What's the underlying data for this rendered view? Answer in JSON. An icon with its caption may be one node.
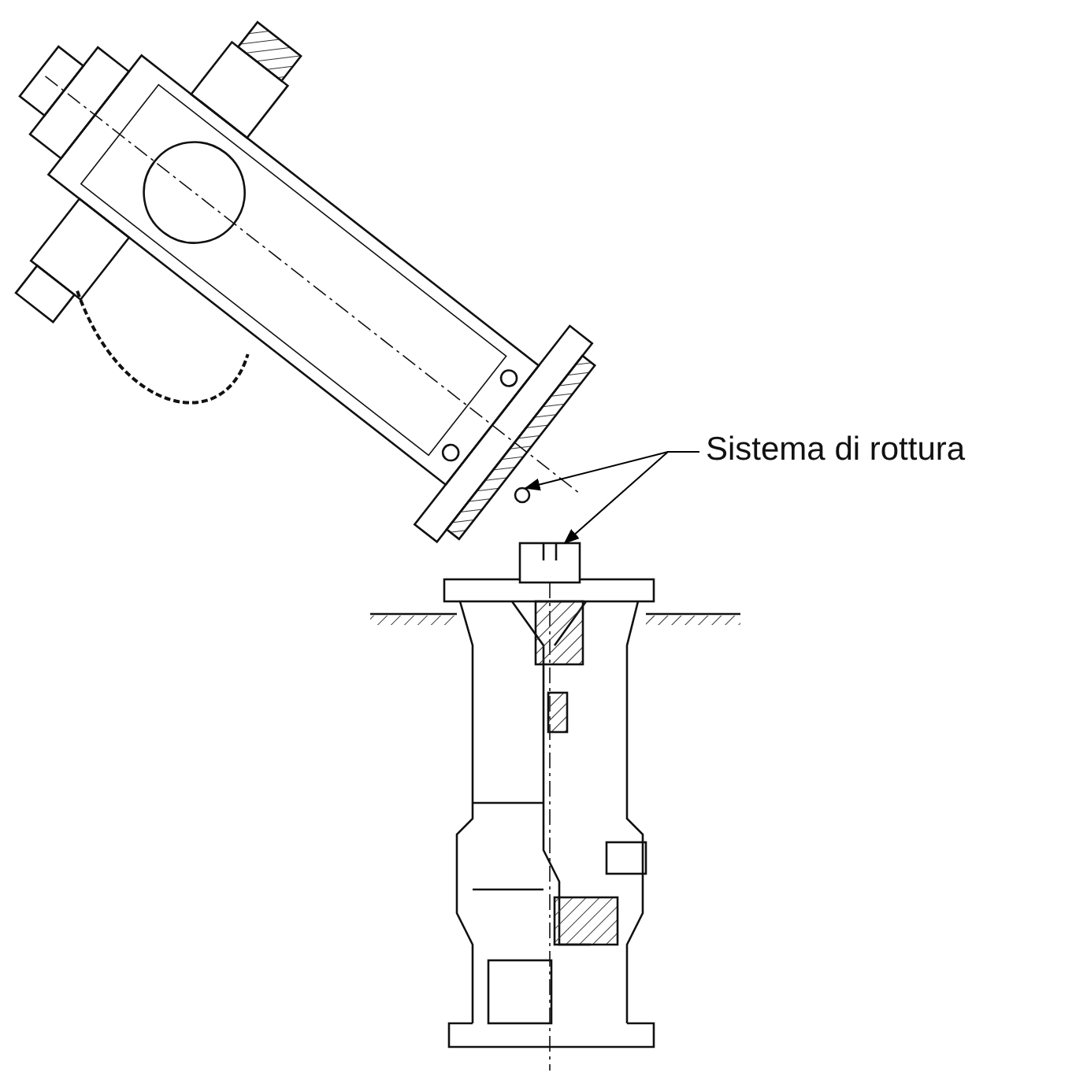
{
  "diagram": {
    "nodes": [
      {
        "text": [
          "Sistema di rottura"
        ]
      },
      {
        "text": [],
        "shape": "circle"
      },
      {
        "text": [],
        "shape": "box"
      }
    ],
    "edges": [
      {
        "from": 0,
        "to": 1,
        "arrow": "to"
      },
      {
        "from": 0,
        "to": 2,
        "arrow": "to"
      }
    ]
  }
}
